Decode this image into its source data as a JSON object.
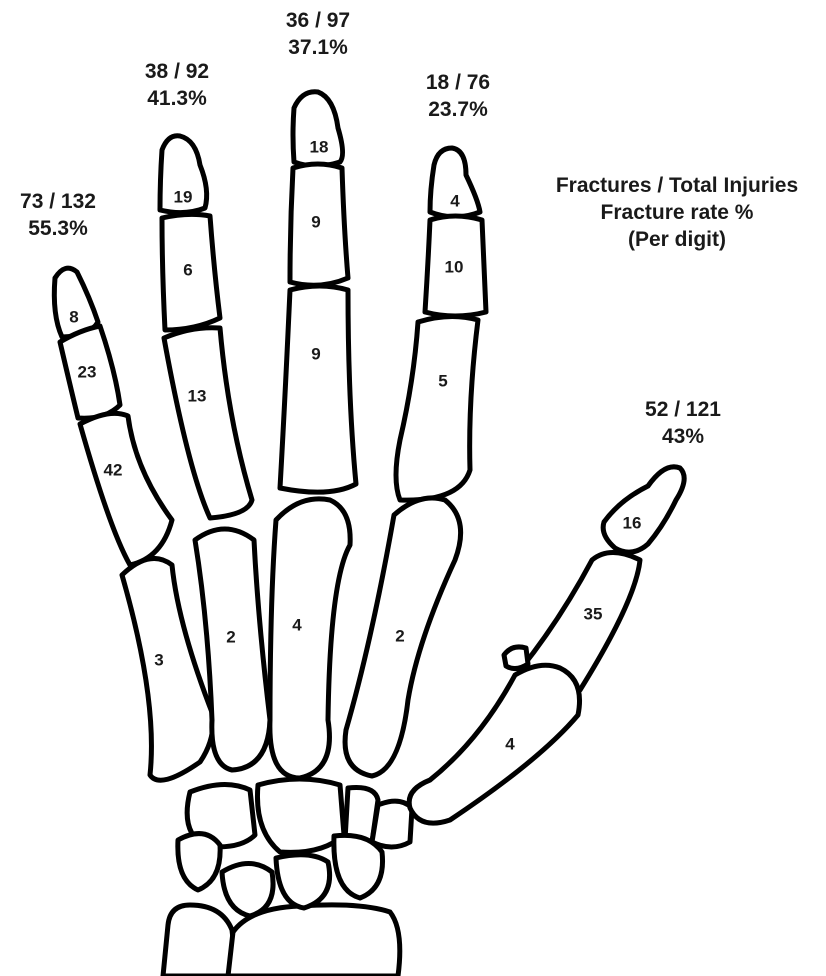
{
  "legend": {
    "line1": "Fractures / Total Injuries",
    "line2": "Fracture rate %",
    "line3": "(Per digit)"
  },
  "digits": {
    "little": {
      "ratio": "73 / 132",
      "rate": "55.3%",
      "bones": {
        "distal": "8",
        "middle": "23",
        "proximal": "42",
        "metacarpal": "3"
      }
    },
    "ring": {
      "ratio": "38 / 92",
      "rate": "41.3%",
      "bones": {
        "distal": "19",
        "middle": "6",
        "proximal": "13",
        "metacarpal": "2"
      }
    },
    "middle": {
      "ratio": "36 / 97",
      "rate": "37.1%",
      "bones": {
        "distal": "18",
        "middle": "9",
        "proximal": "9",
        "metacarpal": "4"
      }
    },
    "index": {
      "ratio": "18 / 76",
      "rate": "23.7%",
      "bones": {
        "distal": "4",
        "middle": "10",
        "proximal": "5",
        "metacarpal": "2"
      }
    },
    "thumb": {
      "ratio": "52 / 121",
      "rate": "43%",
      "bones": {
        "distal": "16",
        "proximal": "35",
        "metacarpal": "4"
      }
    }
  }
}
